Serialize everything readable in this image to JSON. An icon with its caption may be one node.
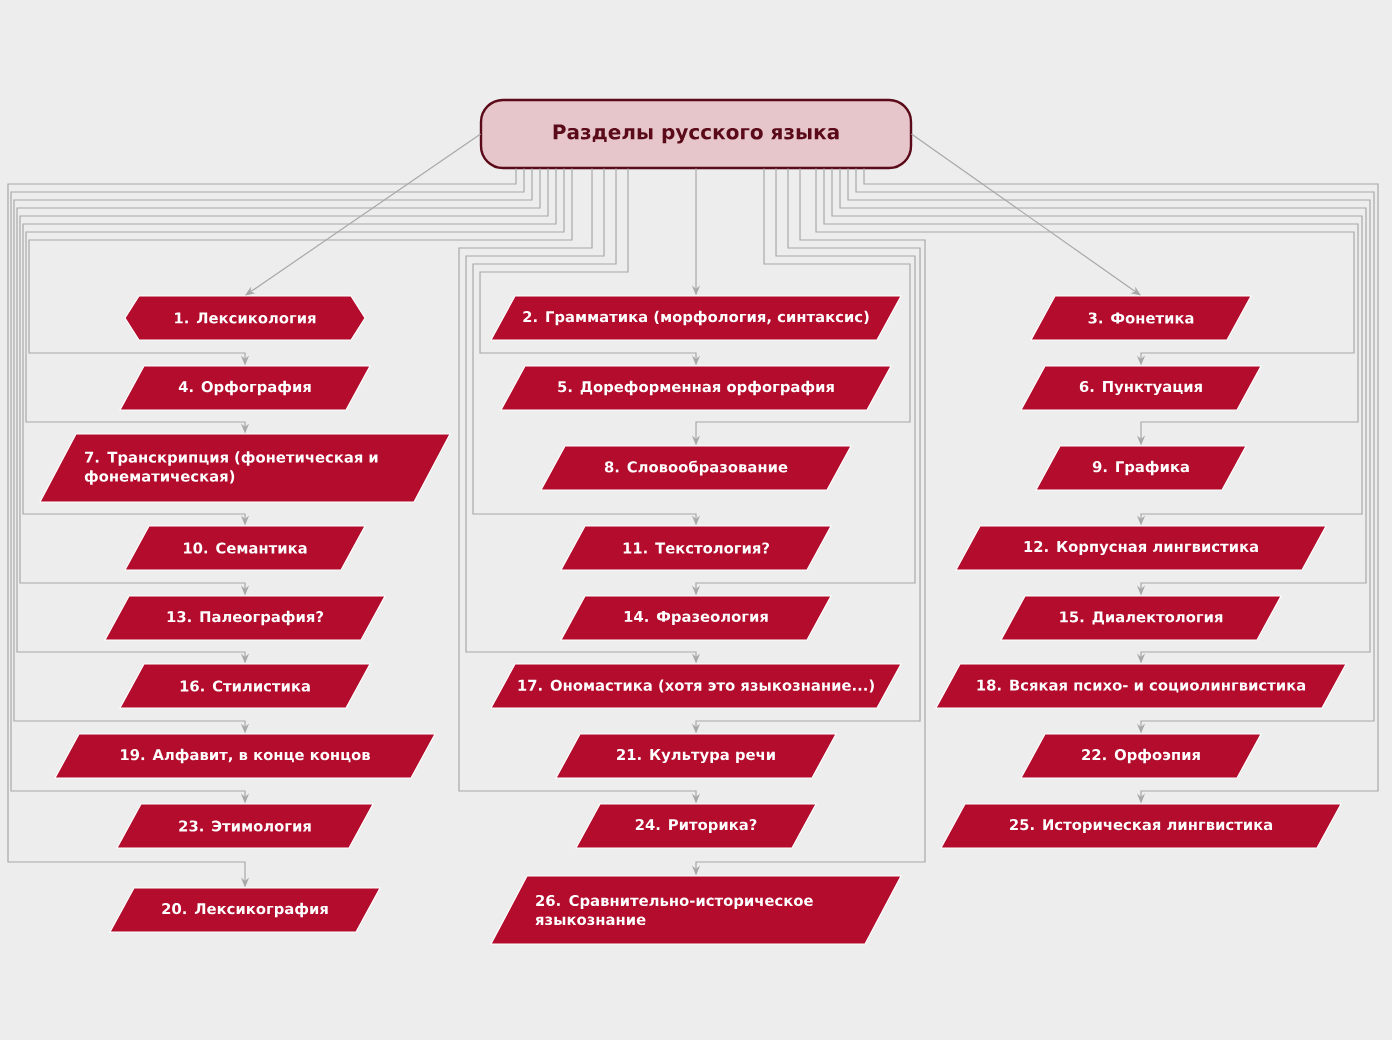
{
  "diagram": {
    "nodes": [
      {
        "text": [
          "Разделы русского языка"
        ]
      },
      {
        "text": [
          "1. Лексикология"
        ]
      },
      {
        "text": [
          "2. Грамматика (морфология, синтаксис)"
        ]
      },
      {
        "text": [
          "3. Фонетика"
        ]
      },
      {
        "text": [
          "4. Орфография"
        ]
      },
      {
        "text": [
          "5. Дореформенная орфография"
        ]
      },
      {
        "text": [
          "6. Пунктуация"
        ]
      },
      {
        "text": [
          "7. Транскрипция (фонетическая и фонематическая)"
        ]
      },
      {
        "text": [
          "8. Словообразование"
        ]
      },
      {
        "text": [
          "9. Графика"
        ]
      },
      {
        "text": [
          "10. Семантика"
        ]
      },
      {
        "text": [
          "11. Текстология?"
        ]
      },
      {
        "text": [
          "12. Корпусная лингвистика"
        ]
      },
      {
        "text": [
          "13. Палеография?"
        ]
      },
      {
        "text": [
          "14. Фразеология"
        ]
      },
      {
        "text": [
          "15. Диалектология"
        ]
      },
      {
        "text": [
          "16. Стилистика"
        ]
      },
      {
        "text": [
          "17. Ономастика (хотя это языкознание...)"
        ]
      },
      {
        "text": [
          "18. Всякая психо- и социолингвистика"
        ]
      },
      {
        "text": [
          "19. Алфавит, в конце концов"
        ]
      },
      {
        "text": [
          "20. Лексикография"
        ]
      },
      {
        "text": [
          "21. Культура речи"
        ]
      },
      {
        "text": [
          "22. Орфоэпия"
        ]
      },
      {
        "text": [
          "23. Этимология"
        ]
      },
      {
        "text": [
          "24. Риторика?"
        ]
      },
      {
        "text": [
          "25. Историческая лингвистика"
        ]
      },
      {
        "text": [
          "26. Сравнительно-историческое языкознание"
        ]
      }
    ],
    "edges": [
      {
        "from": 0,
        "to": 1,
        "arrow": "to"
      },
      {
        "from": 0,
        "to": 2,
        "arrow": "to"
      },
      {
        "from": 0,
        "to": 3,
        "arrow": "to"
      },
      {
        "from": 0,
        "to": 4,
        "arrow": "to"
      },
      {
        "from": 0,
        "to": 5,
        "arrow": "to"
      },
      {
        "from": 0,
        "to": 6,
        "arrow": "to"
      },
      {
        "from": 0,
        "to": 7,
        "arrow": "to"
      },
      {
        "from": 0,
        "to": 8,
        "arrow": "to"
      },
      {
        "from": 0,
        "to": 9,
        "arrow": "to"
      },
      {
        "from": 0,
        "to": 10,
        "arrow": "to"
      },
      {
        "from": 0,
        "to": 11,
        "arrow": "to"
      },
      {
        "from": 0,
        "to": 12,
        "arrow": "to"
      },
      {
        "from": 0,
        "to": 13,
        "arrow": "to"
      },
      {
        "from": 0,
        "to": 14,
        "arrow": "to"
      },
      {
        "from": 0,
        "to": 15,
        "arrow": "to"
      },
      {
        "from": 0,
        "to": 16,
        "arrow": "to"
      },
      {
        "from": 0,
        "to": 17,
        "arrow": "to"
      },
      {
        "from": 0,
        "to": 18,
        "arrow": "to"
      },
      {
        "from": 0,
        "to": 19,
        "arrow": "to"
      },
      {
        "from": 0,
        "to": 20,
        "arrow": "to"
      },
      {
        "from": 0,
        "to": 21,
        "arrow": "to"
      },
      {
        "from": 0,
        "to": 22,
        "arrow": "to"
      },
      {
        "from": 0,
        "to": 23,
        "arrow": "to"
      },
      {
        "from": 0,
        "to": 24,
        "arrow": "to"
      },
      {
        "from": 0,
        "to": 25,
        "arrow": "to"
      },
      {
        "from": 0,
        "to": 26,
        "arrow": "to"
      }
    ]
  }
}
